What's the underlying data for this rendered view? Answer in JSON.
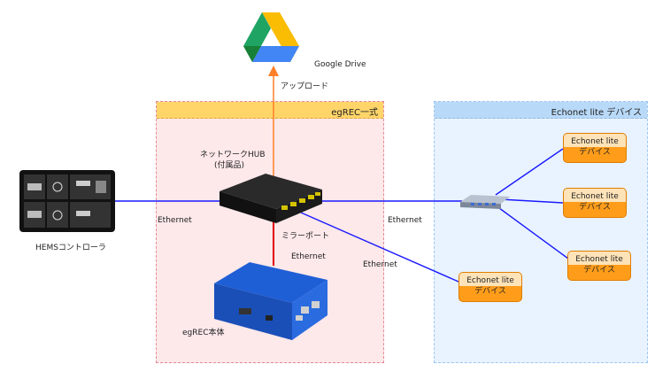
{
  "groups": {
    "egrec_set": "egREC一式",
    "echonet_devices": "Echonet lite デバイス"
  },
  "nodes": {
    "google_drive": "Google Drive",
    "hems_controller": "HEMSコントローラ",
    "switch_hub_line1": "ネットワークHUB",
    "switch_hub_line2": "(付属品)",
    "mirror_port": "ミラーポート",
    "egrec_unit": "egREC本体",
    "echonet_devices": [
      {
        "line1": "Echonet lite",
        "line2": "デバイス"
      },
      {
        "line1": "Echonet lite",
        "line2": "デバイス"
      },
      {
        "line1": "Echonet lite",
        "line2": "デバイス"
      },
      {
        "line1": "Echonet lite",
        "line2": "デバイス"
      }
    ]
  },
  "edges": {
    "upload": "アップロード",
    "ethernet_hems": "Ethernet",
    "ethernet_egrec": "Ethernet",
    "ethernet_hub": "Ethernet",
    "ethernet_device": "Ethernet"
  },
  "colors": {
    "upload_arrow": "#ff7f27",
    "ethernet_line": "#1a1aff",
    "mirror_line": "#e00000",
    "device_orange": "#ff9d1a",
    "egrec_bg": "#fde8ea",
    "echonet_bg": "#e9f3ff"
  }
}
